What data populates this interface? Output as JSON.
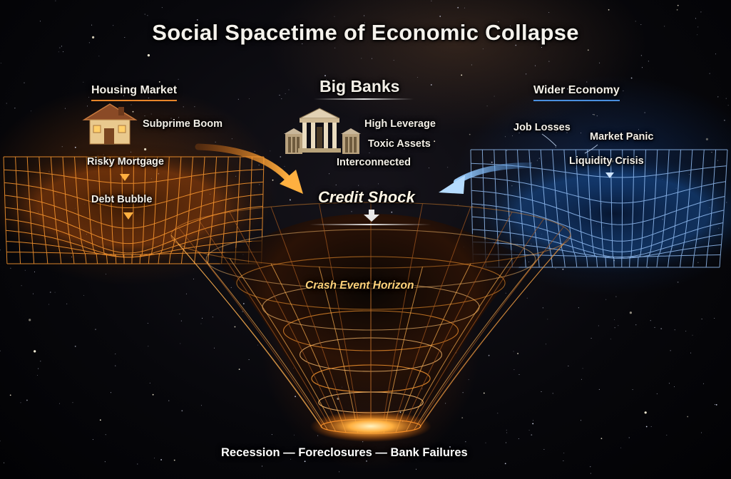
{
  "title": "Social Spacetime of Economic Collapse",
  "housing": {
    "heading": "Housing Market",
    "labels": [
      "Subprime Boom",
      "Risky Mortgage",
      "Debt Bubble"
    ]
  },
  "banks": {
    "heading": "Big Banks",
    "labels": [
      "High Leverage",
      "Toxic Assets",
      "Interconnected"
    ],
    "shock": "Credit Shock"
  },
  "economy": {
    "heading": "Wider Economy",
    "labels": [
      "Job Losses",
      "Market Panic",
      "Liquidity Crisis"
    ]
  },
  "horizon": "Crash Event Horizon",
  "footer": "Recession — Foreclosures — Bank Failures",
  "colors": {
    "housing_accent": "#e8862a",
    "economy_accent": "#4a90e0",
    "well_glow": "#ffb040",
    "text": "#f3efe7"
  },
  "icons": {
    "housing": "house-icon",
    "banks": "bank-building-icon"
  }
}
